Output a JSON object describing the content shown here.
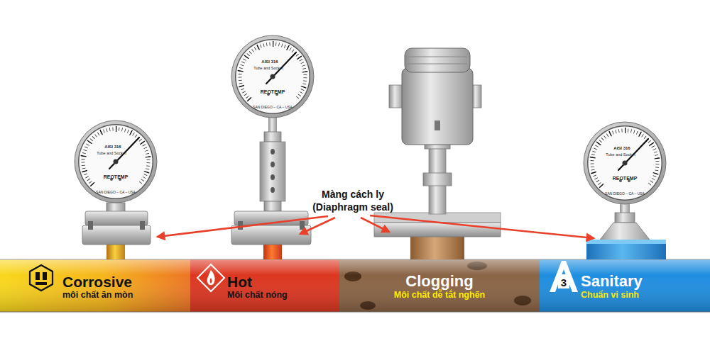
{
  "diagram": {
    "nodes": [
      {
        "text": [
          "Corrosive",
          "môi chất ăn mòn"
        ]
      },
      {
        "text": [
          "Hot",
          "Môi chất nóng"
        ]
      },
      {
        "text": [
          "Clogging",
          "Môi chất dễ tắt nghẽn"
        ]
      },
      {
        "text": [
          "Sanitary",
          "Chuẩn vi sinh"
        ]
      }
    ],
    "labels": [
      "AISI 316",
      "Tube and Socket",
      "REOTEMP",
      "SAN DIEGO – CA – USA",
      "AISI 316",
      "Tube and Socket",
      "REOTEMP",
      "SAN DIEGO – CA – USA",
      "Màng cách ly",
      "(Diaphragm seal)",
      "AISI 316",
      "Tube and Socket",
      "REOTEMP",
      "SAN DIEGO – CA – USA",
      "3"
    ]
  }
}
